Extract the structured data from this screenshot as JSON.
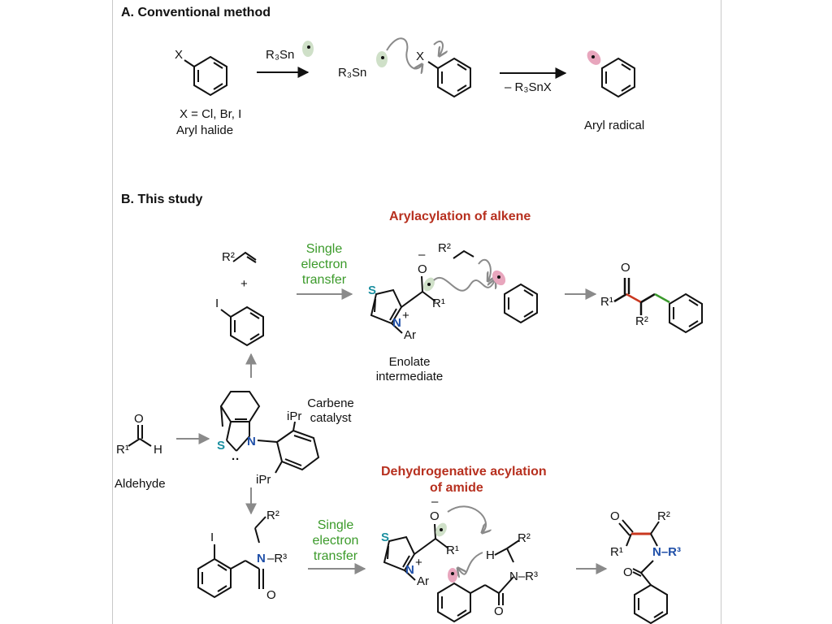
{
  "section_a": {
    "heading": "A. Conventional method",
    "substituent_x": "X",
    "reagent": "R₃Sn",
    "tin_radical": "R₃Sn",
    "x_label_2": "X",
    "byproduct": "– R₃SnX",
    "halide_note": "X = Cl, Br, I",
    "aryl_halide": "Aryl halide",
    "aryl_radical": "Aryl radical"
  },
  "section_b": {
    "heading": "B. This study",
    "title_top": "Arylacylation of alkene",
    "title_bottom_1": "Dehydrogenative acylation",
    "title_bottom_2": "of amide",
    "set_top_1": "Single",
    "set_top_2": "electron",
    "set_top_3": "transfer",
    "set_bot_1": "Single",
    "set_bot_2": "electron",
    "set_bot_3": "transfer",
    "alkene_r": "R²",
    "plus": "+",
    "iodo": "I",
    "enolate_1": "Enolate",
    "enolate_2": "intermediate",
    "aldehyde": "Aldehyde",
    "aldehyde_r": "R¹",
    "aldehyde_h": "H",
    "aldehyde_o": "O",
    "carbene_1": "Carbene",
    "carbene_2": "catalyst",
    "ipr_top": "iPr",
    "ipr_bot": "iPr",
    "cat_s": "S",
    "cat_n": "N",
    "cat_dots": "··",
    "top_int_o": "O",
    "top_int_minus": "–",
    "top_int_r2": "R²",
    "top_int_s": "S",
    "top_int_n": "N",
    "top_int_plus": "+",
    "top_int_ar": "Ar",
    "top_int_r1": "R¹",
    "prod_top_o": "O",
    "prod_top_r1": "R¹",
    "prod_top_r2": "R²",
    "amide_r2": "R²",
    "amide_n": "N",
    "amide_r3": "–R³",
    "amide_i": "I",
    "amide_o": "O",
    "bot_int_o": "O",
    "bot_int_minus": "–",
    "bot_int_s": "S",
    "bot_int_n": "N",
    "bot_int_plus": "+",
    "bot_int_ar": "Ar",
    "bot_int_r1": "R¹",
    "bot_int_h": "H",
    "bot_int_r2": "R²",
    "bot_int_n2": "N–R³",
    "bot_int_o2": "O",
    "prod_bot_o": "O",
    "prod_bot_r1": "R¹",
    "prod_bot_r2": "R²",
    "prod_bot_n": "N–R³",
    "prod_bot_o2": "O"
  },
  "colors": {
    "red_title": "#b7301f",
    "green_text": "#3b9a2a",
    "n_blue": "#1f4fa8",
    "s_teal": "#1b8fa0",
    "orbital_green": "#cfe0c8",
    "orbital_pink": "#e8a6bd",
    "arrow_gray": "#8a8a8a",
    "bond_red": "#c9371f",
    "bond_green": "#3a9a2c"
  }
}
